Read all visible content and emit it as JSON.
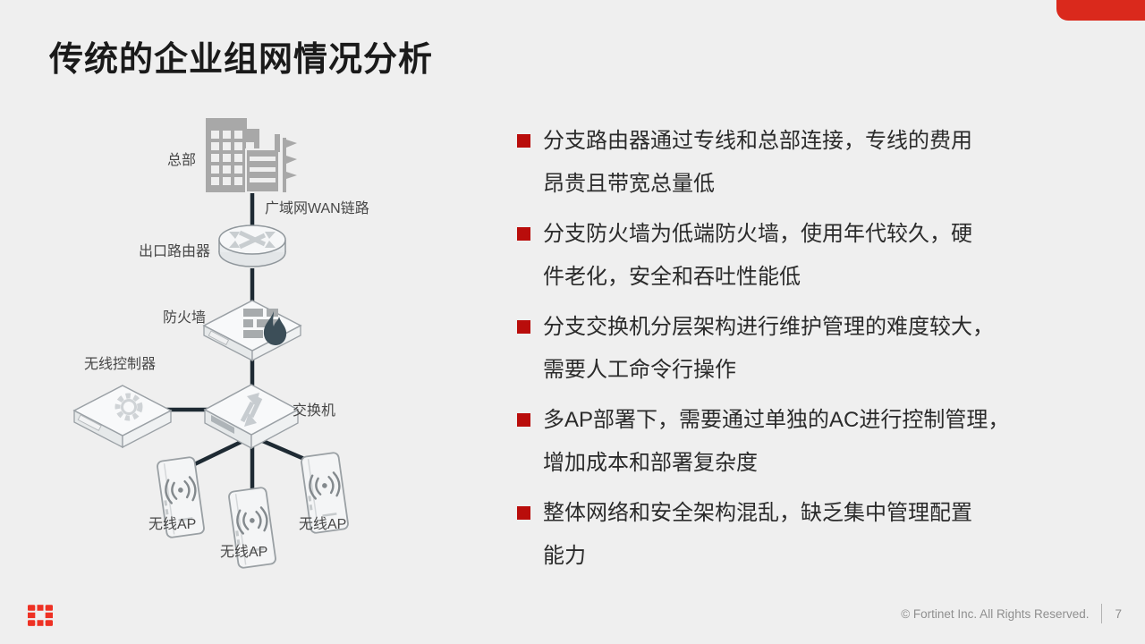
{
  "slide": {
    "title": "传统的企业组网情况分析",
    "background_color": "#EFEFEF",
    "accent_color": "#DA291C",
    "bullet_marker_color": "#B90D0B",
    "logo_color": "#EE3124",
    "diagram_line_color": "#1E2A33"
  },
  "diagram": {
    "icons": [
      "building-icon",
      "router-icon",
      "firewall-icon",
      "wireless-controller-icon",
      "switch-icon",
      "wireless-ap-icon"
    ],
    "labels": {
      "headquarters": "总部",
      "wan_link": "广域网WAN链路",
      "edge_router": "出口路由器",
      "firewall": "防火墙",
      "wireless_controller": "无线控制器",
      "switch": "交换机",
      "ap_left": "无线AP",
      "ap_center": "无线AP",
      "ap_right": "无线AP"
    }
  },
  "bullets": [
    {
      "lines": [
        "分支路由器通过专线和总部连接，专线的费用",
        "昂贵且带宽总量低"
      ]
    },
    {
      "lines": [
        "分支防火墙为低端防火墙，使用年代较久，硬",
        "件老化，安全和吞吐性能低"
      ]
    },
    {
      "lines": [
        "分支交换机分层架构进行维护管理的难度较大，",
        "需要人工命令行操作"
      ]
    },
    {
      "lines": [
        "多AP部署下，需要通过单独的AC进行控制管理，",
        "增加成本和部署复杂度"
      ]
    },
    {
      "lines": [
        "整体网络和安全架构混乱，缺乏集中管理配置",
        "能力"
      ]
    }
  ],
  "footer": {
    "copyright": "© Fortinet Inc. All Rights Reserved.",
    "page_number": "7"
  }
}
